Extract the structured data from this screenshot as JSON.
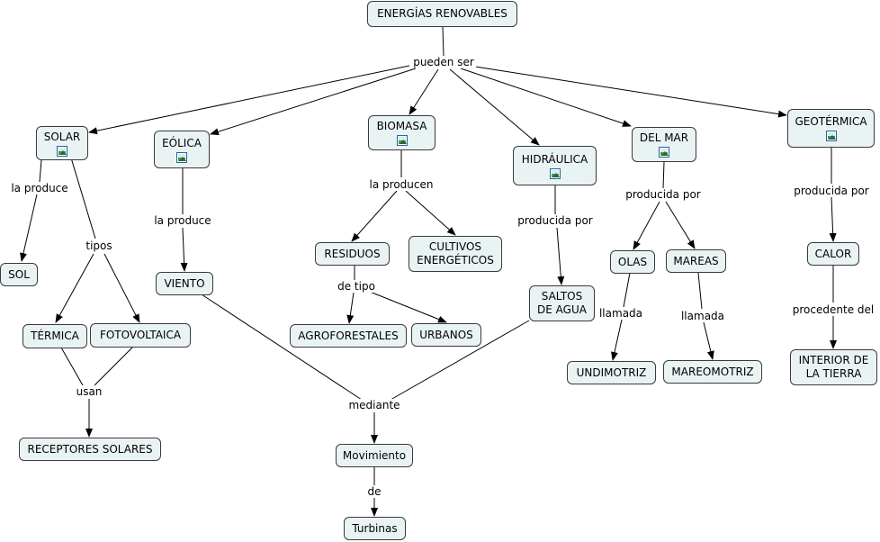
{
  "nodes": {
    "energias": "ENERGÍAS RENOVABLES",
    "solar": "SOLAR",
    "eolica": "EÓLICA",
    "biomasa": "BIOMASA",
    "hidraulica": "HIDRÁULICA",
    "delmar": "DEL MAR",
    "geotermica": "GEOTÉRMICA",
    "sol": "SOL",
    "termica": "TÉRMICA",
    "fotovoltaica": "FOTOVOLTAICA",
    "receptores": "RECEPTORES SOLARES",
    "viento": "VIENTO",
    "residuos": "RESIDUOS",
    "cultivos": "CULTIVOS\nENERGÉTICOS",
    "agroforestales": "AGROFORESTALES",
    "urbanos": "URBANOS",
    "saltos": "SALTOS\nDE AGUA",
    "olas": "OLAS",
    "mareas": "MAREAS",
    "undimotriz": "UNDIMOTRIZ",
    "mareomotriz": "MAREOMOTRIZ",
    "calor": "CALOR",
    "interior": "INTERIOR DE\nLA TIERRA",
    "movimiento": "Movimiento",
    "turbinas": "Turbinas"
  },
  "links": {
    "pueden_ser": "pueden ser",
    "solar_la_produce": "la produce",
    "solar_tipos": "tipos",
    "usan": "usan",
    "eolica_la_produce": "la produce",
    "biomasa_la_producen": "la producen",
    "de_tipo": "de tipo",
    "hidraulica_producida_por": "producida por",
    "delmar_producida_por": "producida por",
    "olas_llamada": "llamada",
    "mareas_llamada": "llamada",
    "geotermica_producida_por": "producida por",
    "procedente_del": "procedente del",
    "mediante": "mediante",
    "de": "de"
  },
  "icons": [
    "image-icon"
  ]
}
